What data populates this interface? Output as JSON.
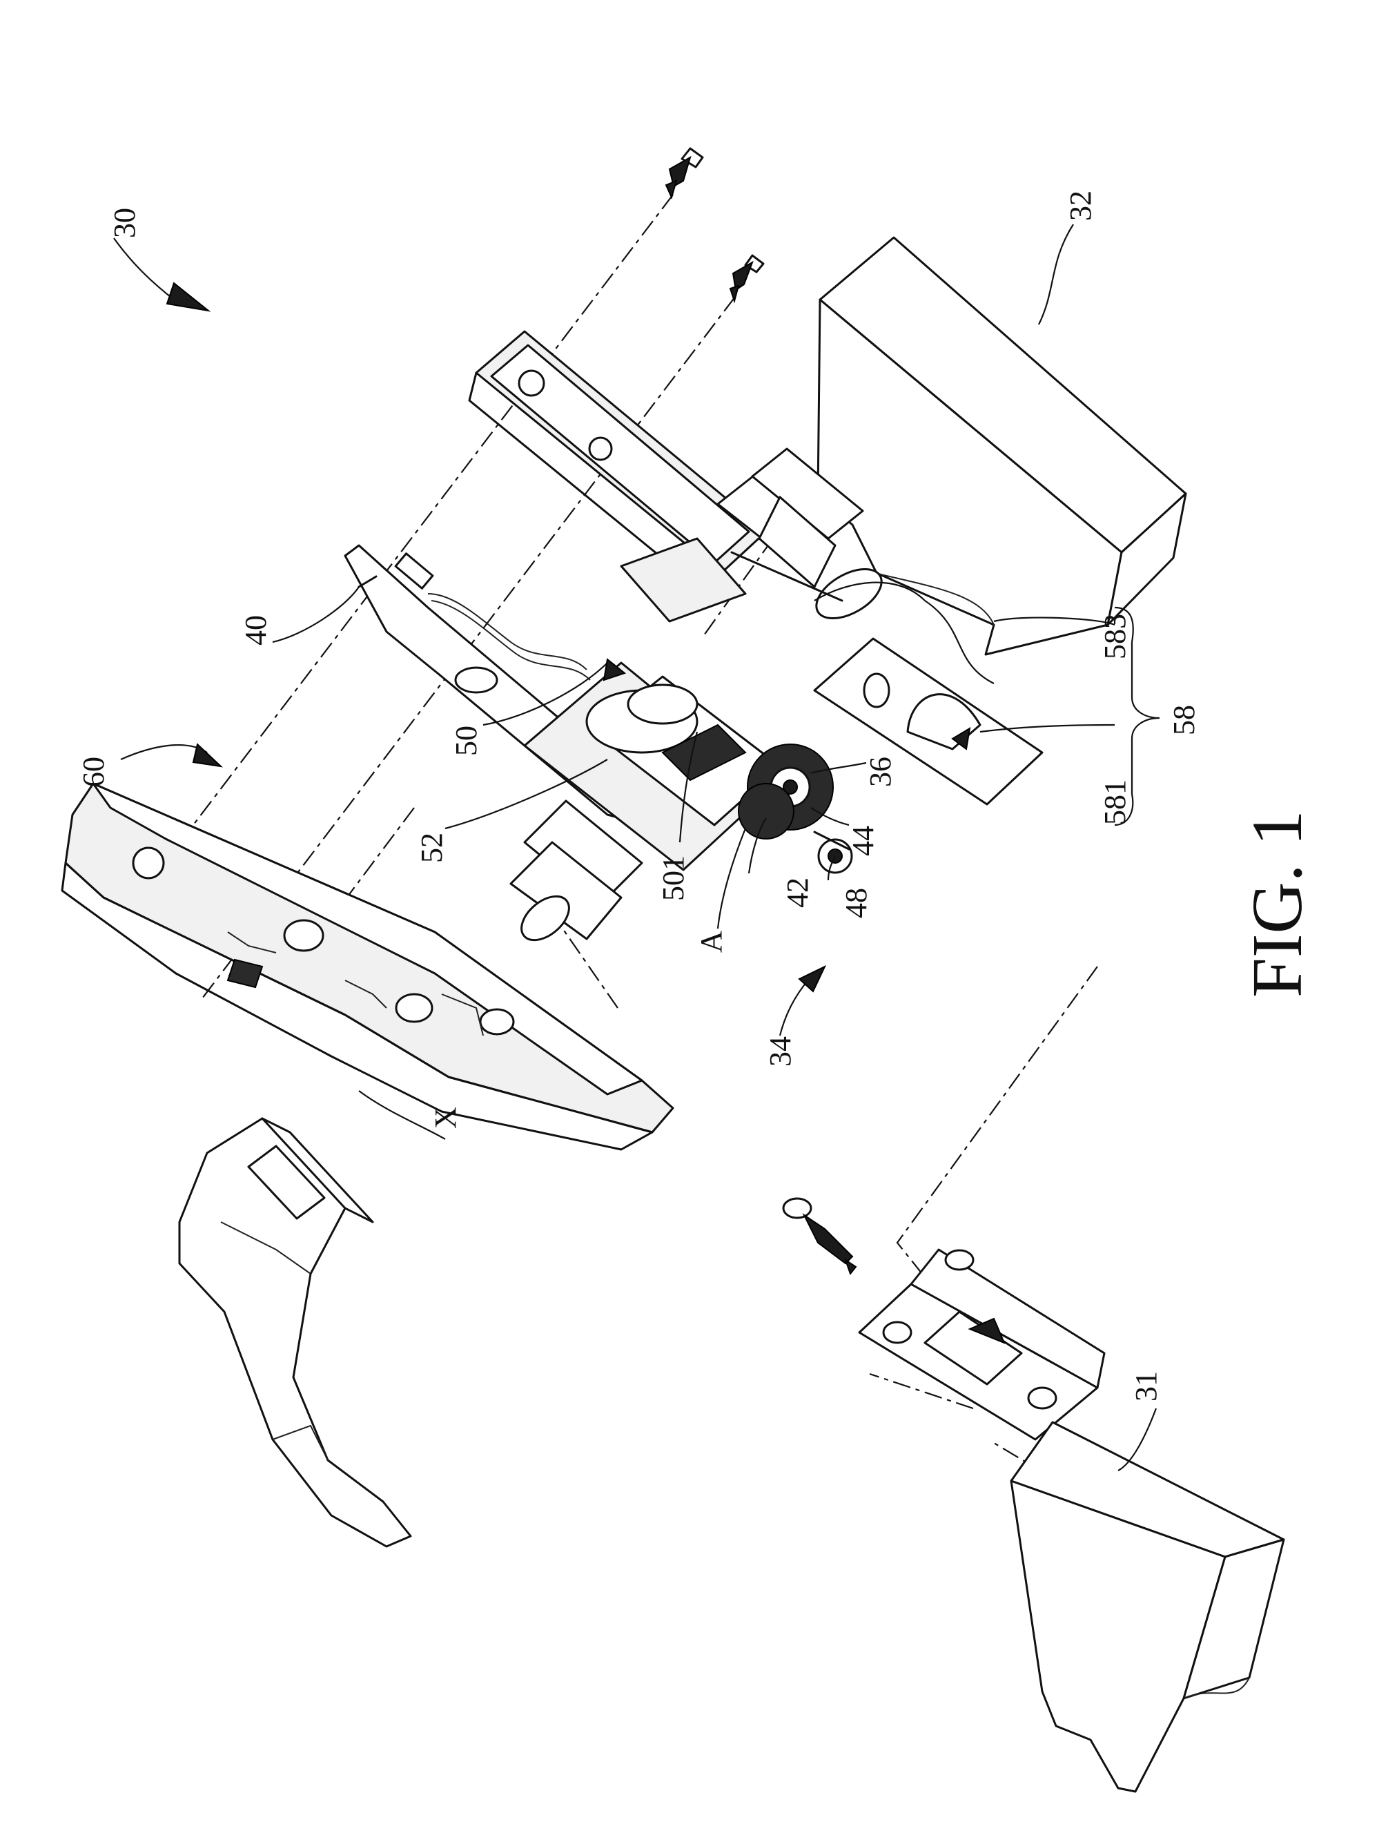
{
  "figure": {
    "caption": "FIG. 1"
  },
  "labels": {
    "l30": "30",
    "l32": "32",
    "l40": "40",
    "l583": "583",
    "l58": "58",
    "l581": "581",
    "l50": "50",
    "l52": "52",
    "l36": "36",
    "l44": "44",
    "l501": "501",
    "l42": "42",
    "l48": "48",
    "lA": "A",
    "l34": "34",
    "l60": "60",
    "lX": "X",
    "l31": "31"
  }
}
